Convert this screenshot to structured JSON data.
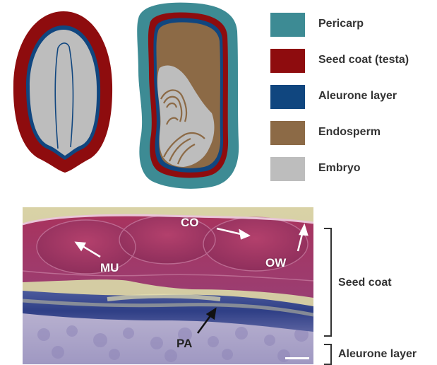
{
  "legend": {
    "items": [
      {
        "label": "Pericarp",
        "color": "#3d8b94"
      },
      {
        "label": "Seed coat (testa)",
        "color": "#8e0c0e"
      },
      {
        "label": "Aleurone layer",
        "color": "#10467f"
      },
      {
        "label": "Endosperm",
        "color": "#8c6a46"
      },
      {
        "label": "Embryo",
        "color": "#bdbdbd"
      }
    ]
  },
  "micrograph": {
    "labels": {
      "co": "CO",
      "mu": "MU",
      "ow": "OW",
      "pa": "PA"
    },
    "brackets": {
      "seed_coat": "Seed coat",
      "aleurone": "Aleurone layer"
    }
  }
}
